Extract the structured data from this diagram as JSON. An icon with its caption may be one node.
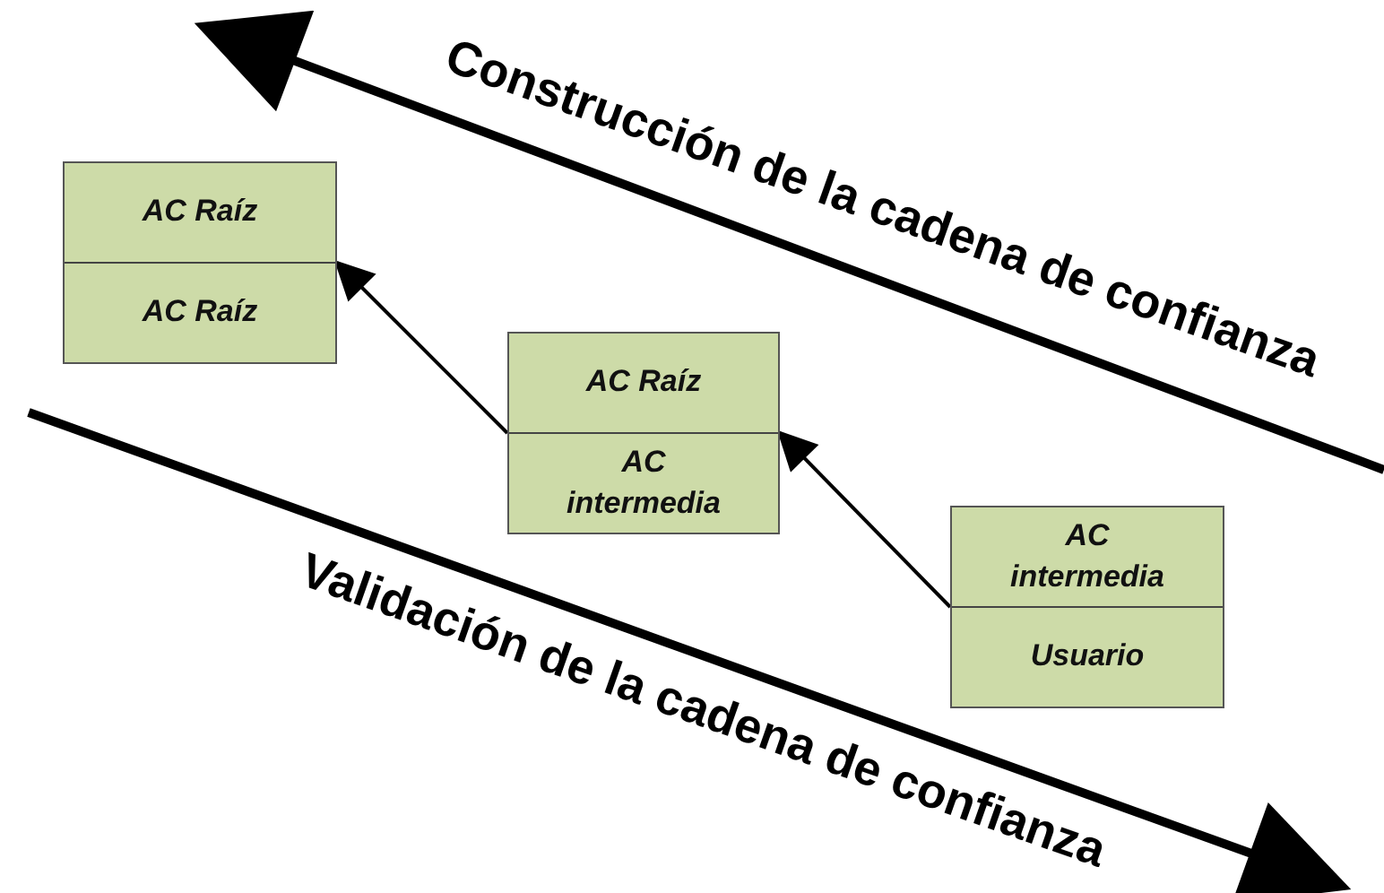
{
  "diagram": {
    "nodes": [
      {
        "text": [
          "AC Raíz",
          "AC Raíz"
        ]
      },
      {
        "text": [
          "AC Raíz",
          "AC intermedia"
        ]
      },
      {
        "text": [
          "AC intermedia",
          "Usuario"
        ]
      }
    ],
    "edges": [
      {
        "from": 1,
        "to": 0,
        "arrow": "to"
      },
      {
        "from": 2,
        "to": 1,
        "arrow": "to"
      }
    ],
    "labels": [
      "Construcción de la cadena de confianza",
      "Validación de la cadena de confianza"
    ]
  }
}
